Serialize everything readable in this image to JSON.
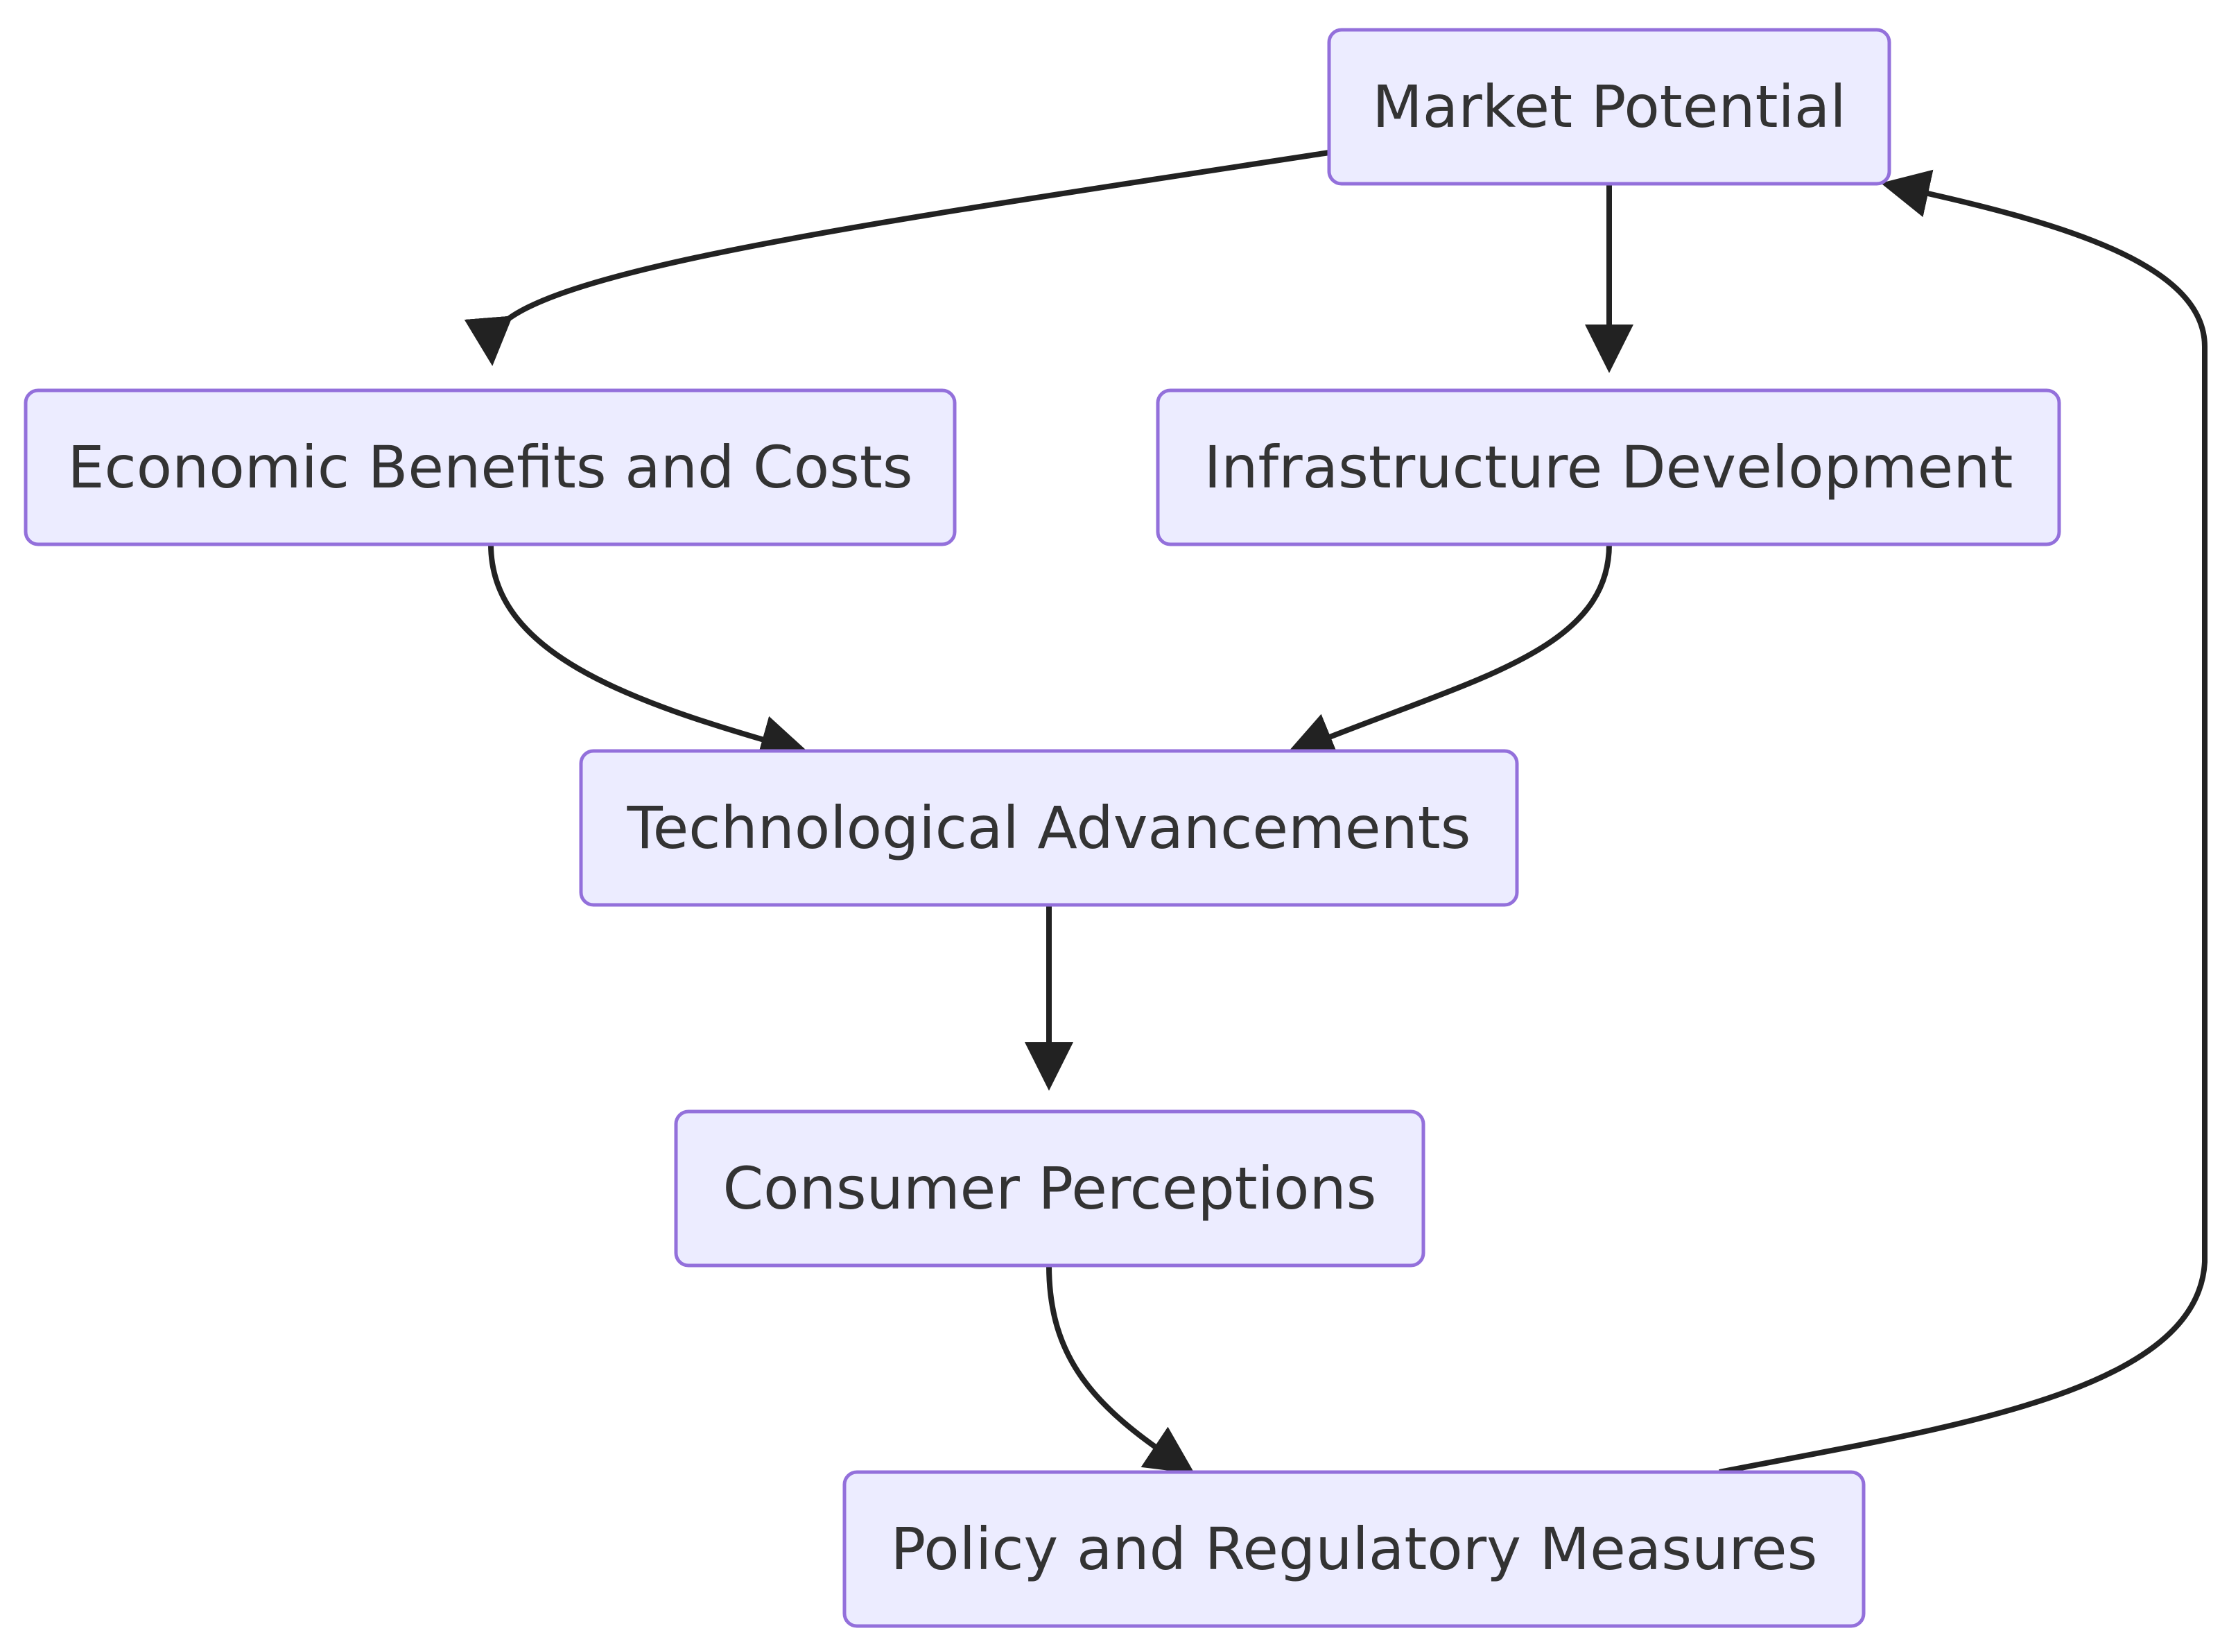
{
  "colors": {
    "node_fill": "#ECECFF",
    "node_stroke": "#9370DB",
    "node_text": "#333333",
    "edge": "#222222",
    "background": "#FFFFFF"
  },
  "nodes": [
    {
      "id": "market",
      "label": "Market Potential"
    },
    {
      "id": "econ",
      "label": "Economic Benefits and Costs"
    },
    {
      "id": "infra",
      "label": "Infrastructure Development"
    },
    {
      "id": "tech",
      "label": "Technological Advancements"
    },
    {
      "id": "consumer",
      "label": "Consumer Perceptions"
    },
    {
      "id": "policy",
      "label": "Policy and Regulatory Measures"
    }
  ],
  "edges": [
    {
      "from": "market",
      "to": "econ"
    },
    {
      "from": "market",
      "to": "infra"
    },
    {
      "from": "econ",
      "to": "tech"
    },
    {
      "from": "infra",
      "to": "tech"
    },
    {
      "from": "tech",
      "to": "consumer"
    },
    {
      "from": "consumer",
      "to": "policy"
    },
    {
      "from": "policy",
      "to": "market"
    }
  ]
}
